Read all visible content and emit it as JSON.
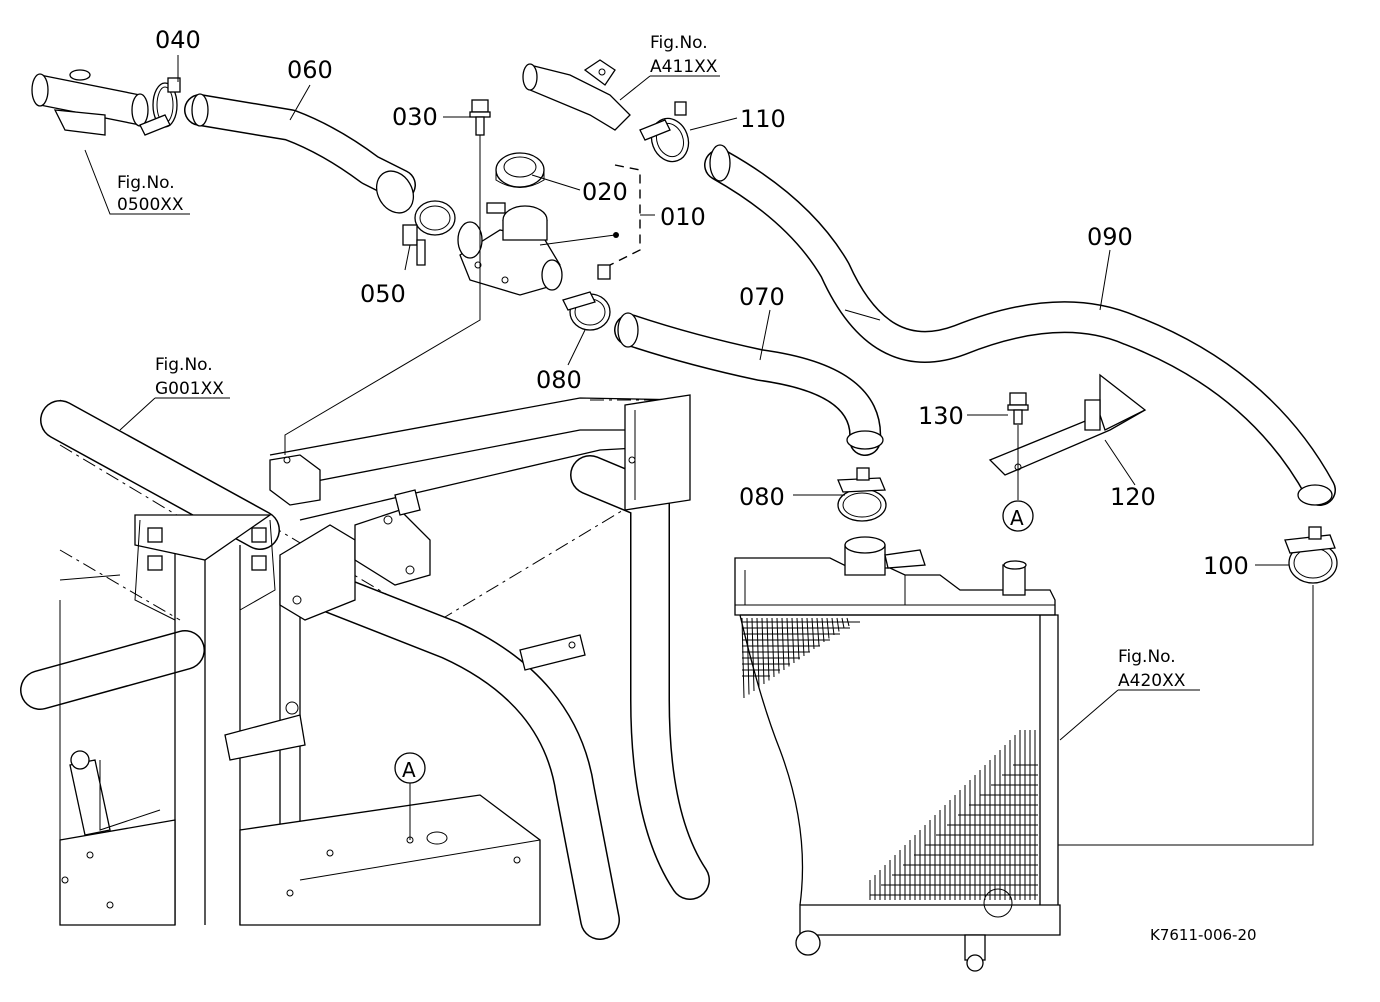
{
  "callouts": [
    {
      "id": "040",
      "text": "040"
    },
    {
      "id": "060",
      "text": "060"
    },
    {
      "id": "030",
      "text": "030"
    },
    {
      "id": "020",
      "text": "020"
    },
    {
      "id": "010",
      "text": "010"
    },
    {
      "id": "050",
      "text": "050"
    },
    {
      "id": "080a",
      "text": "080"
    },
    {
      "id": "070",
      "text": "070"
    },
    {
      "id": "080b",
      "text": "080"
    },
    {
      "id": "110",
      "text": "110"
    },
    {
      "id": "090",
      "text": "090"
    },
    {
      "id": "130",
      "text": "130"
    },
    {
      "id": "120",
      "text": "120"
    },
    {
      "id": "100",
      "text": "100"
    }
  ],
  "figure_refs": [
    {
      "id": "0500",
      "line1": "Fig.No.",
      "line2": "0500XX"
    },
    {
      "id": "A411",
      "line1": "Fig.No.",
      "line2": "A411XX"
    },
    {
      "id": "G001",
      "line1": "Fig.No.",
      "line2": "G001XX"
    },
    {
      "id": "A420",
      "line1": "Fig.No.",
      "line2": "A420XX"
    }
  ],
  "markers": [
    {
      "id": "A-bracket",
      "text": "A"
    },
    {
      "id": "A-frame",
      "text": "A"
    }
  ],
  "drawing_code": "K7611-006-20"
}
